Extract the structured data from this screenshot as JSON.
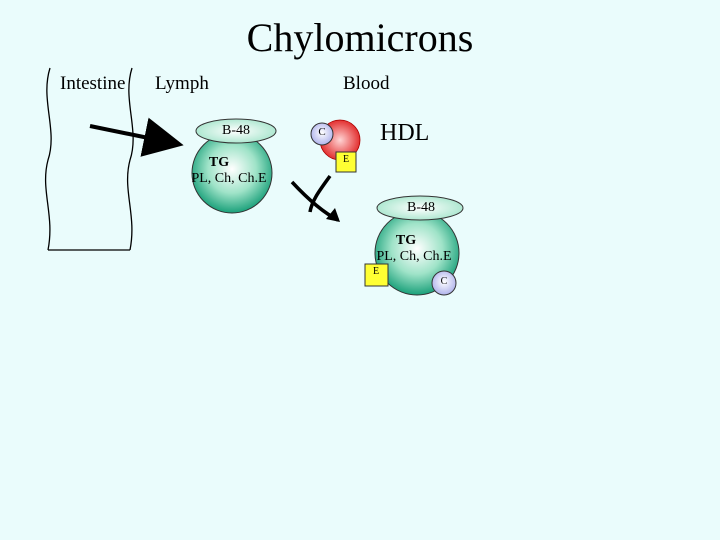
{
  "title": "Chylomicrons",
  "regions": {
    "intestine": "Intestine",
    "lymph": "Lymph",
    "blood": "Blood"
  },
  "particle_left": {
    "apo_label": "B-48",
    "line1": "TG",
    "line2": "PL, Ch, Ch.E"
  },
  "hdl": {
    "label": "HDL",
    "c_label": "C",
    "e_label": "E"
  },
  "particle_right": {
    "apo_label": "B-48",
    "line1": "TG",
    "line2": "PL, Ch, Ch.E",
    "e_label": "E",
    "c_label": "C"
  },
  "colors": {
    "background": "#eafcfc",
    "particle_edge": "#1aa07a",
    "particle_center": "#ffffff",
    "hdl_red": "#e02020",
    "apo_c": "#b8bcf0",
    "apo_e": "#ffff33"
  }
}
